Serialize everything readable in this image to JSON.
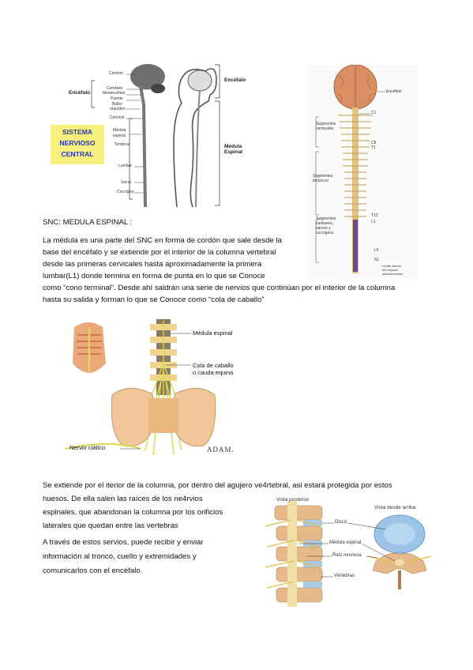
{
  "fig1": {
    "left_labels": [
      "Cerebro",
      "Cerebelo",
      "Mesencéfalo",
      "Puente",
      "Bulbo",
      "raquídeo",
      "Cervical",
      "Médula",
      "espinal",
      "Torácica",
      "Lumbar",
      "Sacra",
      "Coccígea"
    ],
    "encefalo_left": "Encéfalo",
    "encefalo_right": "Encéfalo",
    "medula_right": "Médula Espinal",
    "box_lines": [
      "SISTEMA",
      "NERVIOSO",
      "CENTRAL"
    ]
  },
  "fig2": {
    "labels": [
      "Encéfalo",
      "Segmentos",
      "cervicales",
      "Segmentos",
      "torácicos",
      "Segmentos",
      "lumbares,",
      "sacros y",
      "coccígeos",
      "C1",
      "C8",
      "T1",
      "T12",
      "L1",
      "L5",
      "S1",
      "Límite inferior",
      "del espacio",
      "subaracnoideo"
    ]
  },
  "text1": {
    "heading": "SNC: MEDULA ESPINAL :",
    "lines": [
      "La médula es una parte del SNC en forma de cordón que sale desde la",
      "base del encéfalo y se extiende por el interior de la columna vertebral",
      "desde las primeras cervicales hasta aproximadamente la primera",
      "lumbar(L1) donde termina en forma de punta en lo que se Conoce",
      "como “cono terminal”. Desde ahí saldrán una serie de nervios que continúan por el interior de la columna",
      "hasta su salida y forman lo que se Conoce como “cola de caballo”"
    ]
  },
  "fig3": {
    "medula": "Médula espinal",
    "cola1": "Cola de caballo",
    "cola2": "o cauda equina",
    "nervio": "Nervio ciático",
    "logo": "ADAM."
  },
  "text2": {
    "lines": [
      "Se extiende por el iterior de la columna, por dentro del agujero ve4rtebral, asi estará protegida por estos",
      "huesos. De ella salen las raíces de los ne4rvios",
      "espinales, que abandonan la columna por los orificios",
      "laterales que quedan entre las vertebras"
    ],
    "para2": [
      "A través de estos servios, puede recibir y enviar",
      "información al tronco, cuello y extremidades y",
      "comunicarlos con el encéfalo."
    ]
  },
  "fig4": {
    "vista_posterior": "Vista posterior",
    "vista_arriba": "Vista desde arriba",
    "disco": "Disco",
    "medula": "Médula espinal",
    "raiz": "Raíz nerviosa",
    "vertebras": "Vértebras"
  }
}
